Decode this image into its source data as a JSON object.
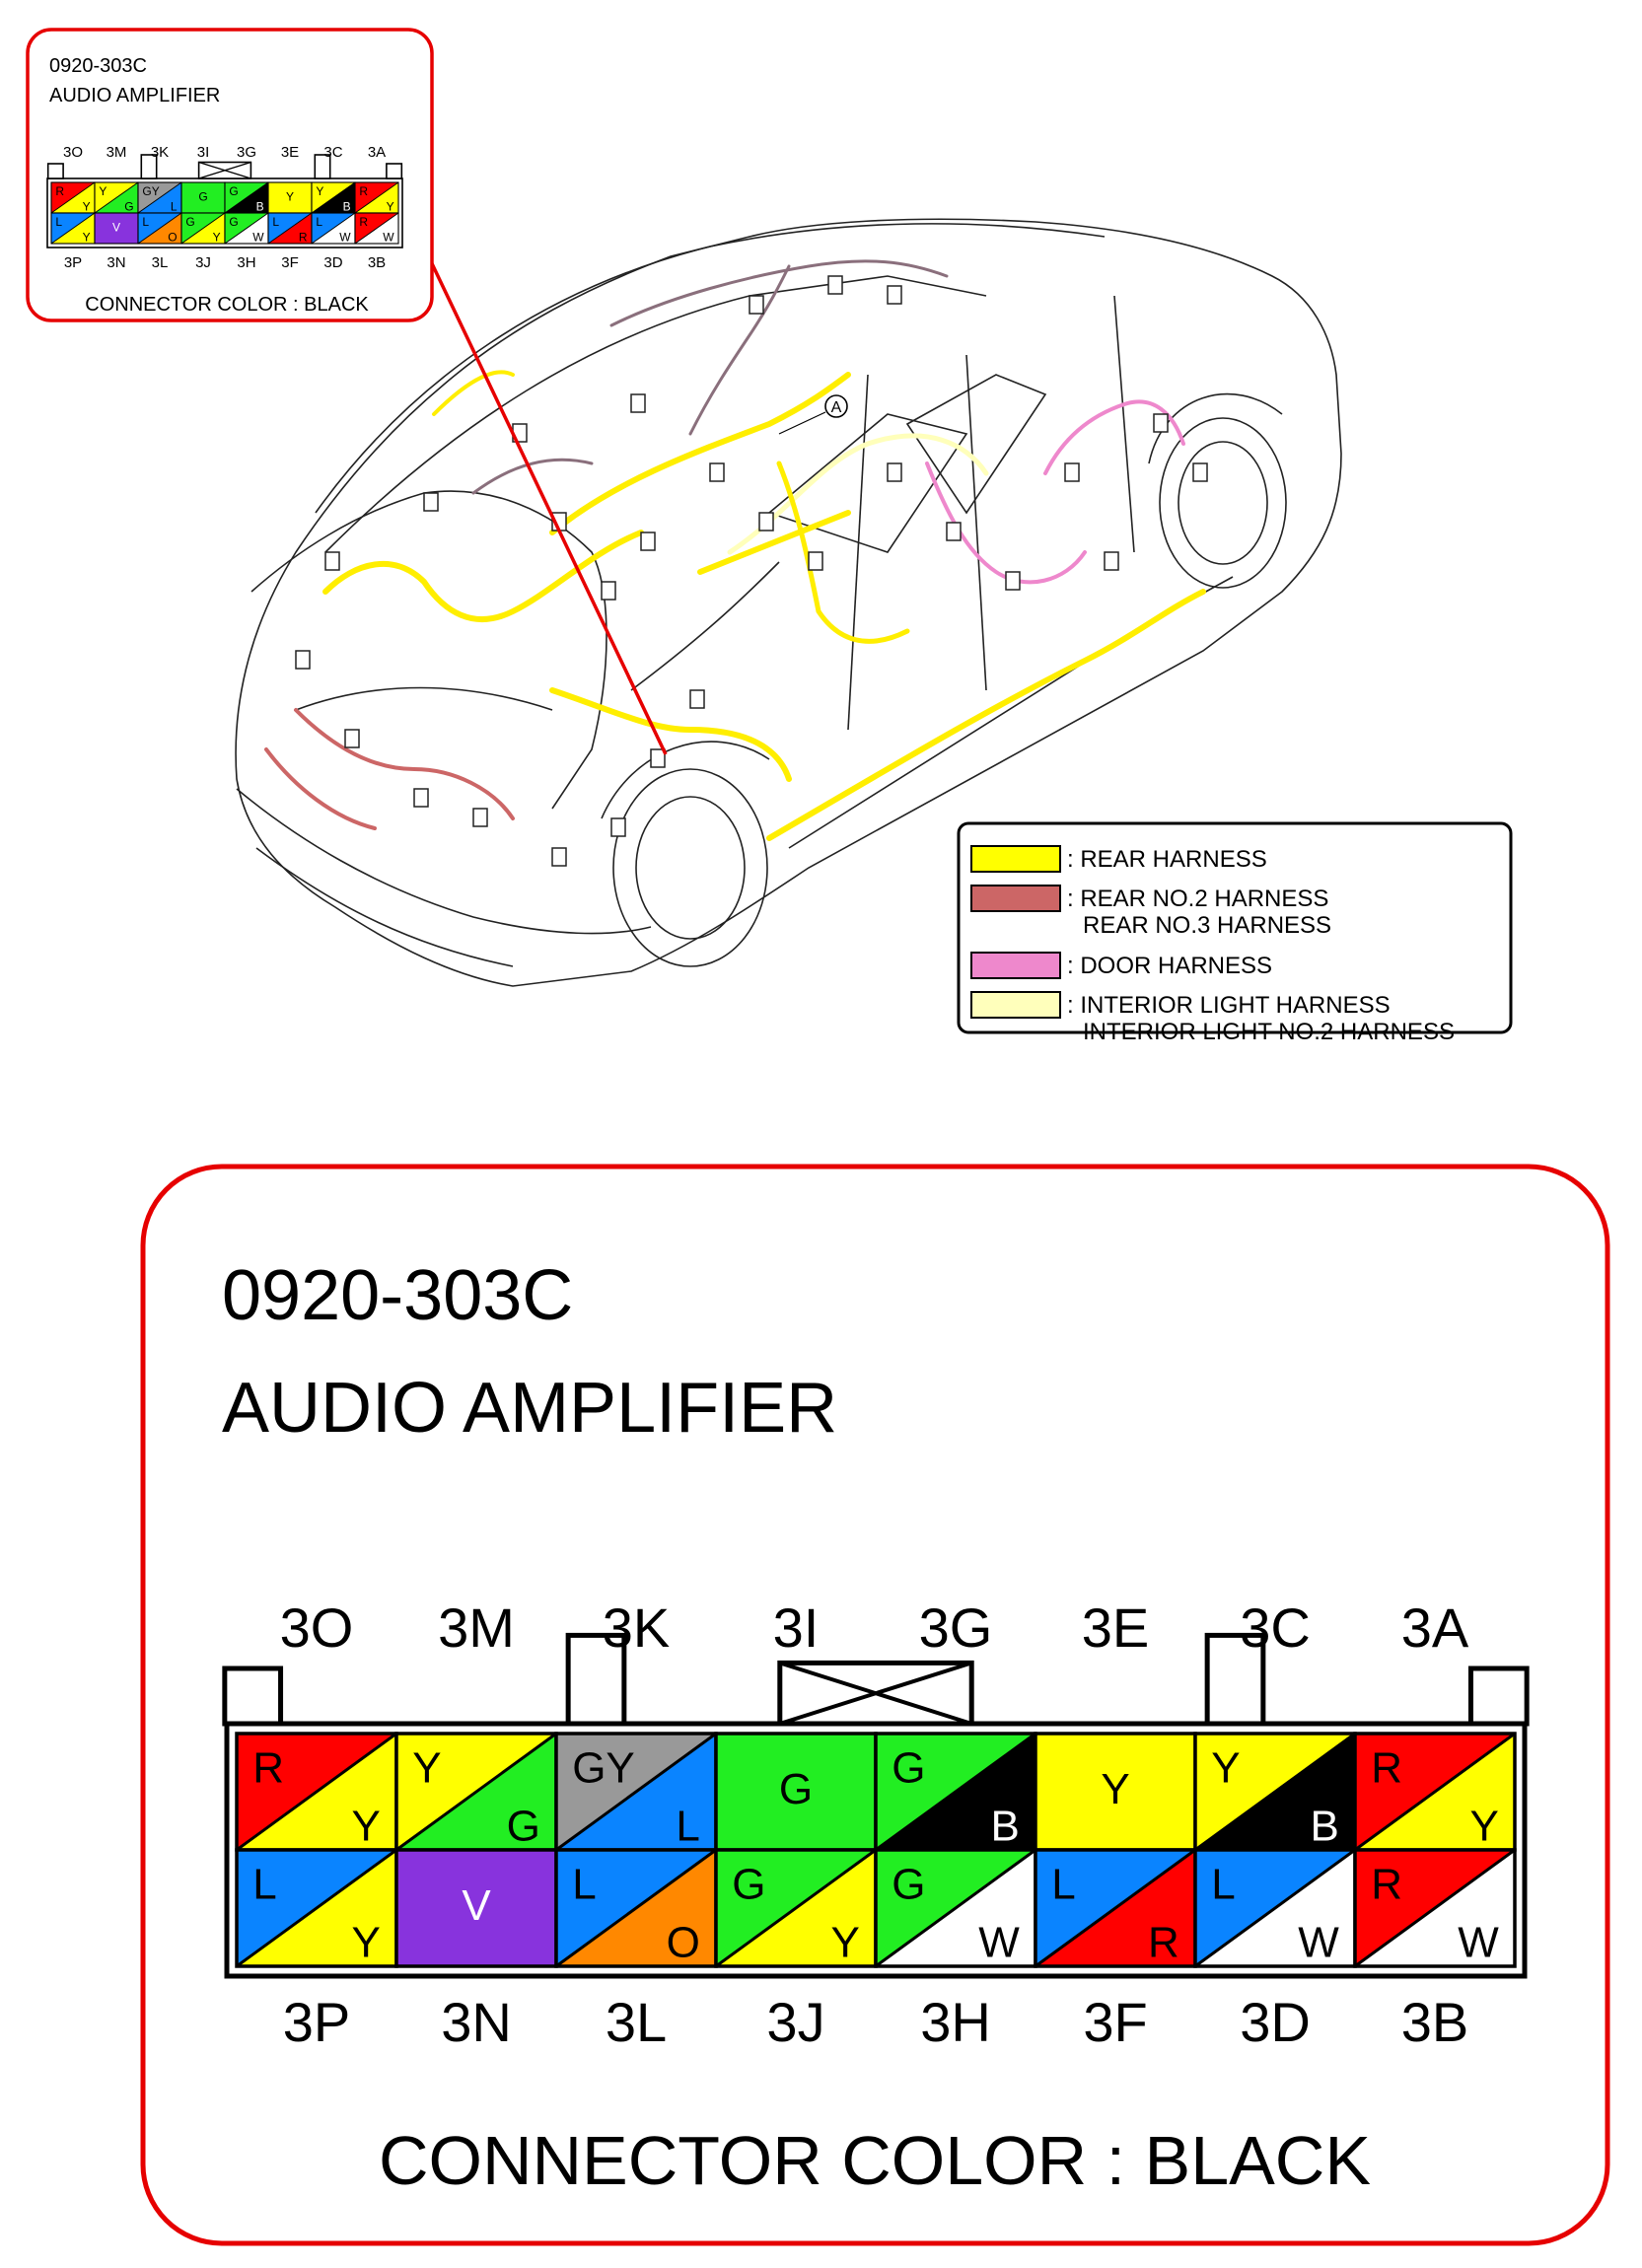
{
  "connector": {
    "code": "0920-303C",
    "name": "AUDIO AMPLIFIER",
    "color_label": "CONNECTOR COLOR : BLACK",
    "top_labels": [
      "3O",
      "3M",
      "3K",
      "3I",
      "3G",
      "3E",
      "3C",
      "3A"
    ],
    "bottom_labels": [
      "3P",
      "3N",
      "3L",
      "3J",
      "3H",
      "3F",
      "3D",
      "3B"
    ],
    "pins_top": [
      {
        "pin": "3O",
        "c1": "R",
        "c2": "Y"
      },
      {
        "pin": "3M",
        "c1": "Y",
        "c2": "G"
      },
      {
        "pin": "3K",
        "c1": "GY",
        "c2": "L"
      },
      {
        "pin": "3I",
        "c1": "G",
        "c2": ""
      },
      {
        "pin": "3G",
        "c1": "G",
        "c2": "B"
      },
      {
        "pin": "3E",
        "c1": "Y",
        "c2": ""
      },
      {
        "pin": "3C",
        "c1": "Y",
        "c2": "B"
      },
      {
        "pin": "3A",
        "c1": "R",
        "c2": "Y"
      }
    ],
    "pins_bottom": [
      {
        "pin": "3P",
        "c1": "L",
        "c2": "Y"
      },
      {
        "pin": "3N",
        "c1": "V",
        "c2": ""
      },
      {
        "pin": "3L",
        "c1": "L",
        "c2": "O"
      },
      {
        "pin": "3J",
        "c1": "G",
        "c2": "Y"
      },
      {
        "pin": "3H",
        "c1": "G",
        "c2": "W"
      },
      {
        "pin": "3F",
        "c1": "L",
        "c2": "R"
      },
      {
        "pin": "3D",
        "c1": "L",
        "c2": "W"
      },
      {
        "pin": "3B",
        "c1": "R",
        "c2": "W"
      }
    ]
  },
  "callout_marker": "A",
  "legend": [
    {
      "lines": [
        ": REAR HARNESS"
      ],
      "color": "#ffff00"
    },
    {
      "lines": [
        ": REAR NO.2 HARNESS",
        "REAR NO.3 HARNESS"
      ],
      "color": "#cc6666"
    },
    {
      "lines": [
        ": DOOR HARNESS"
      ],
      "color": "#ee88cc"
    },
    {
      "lines": [
        ": INTERIOR LIGHT HARNESS",
        "INTERIOR LIGHT NO.2 HARNESS"
      ],
      "color": "#ffffbb"
    }
  ],
  "wire_colors": {
    "R": "#ff0000",
    "Y": "#ffff00",
    "G": "#22ee22",
    "GY": "#999999",
    "L": "#0a84ff",
    "B": "#000000",
    "V": "#8833dd",
    "O": "#ff8800",
    "W": "#ffffff"
  },
  "accent_color": "#e60000"
}
